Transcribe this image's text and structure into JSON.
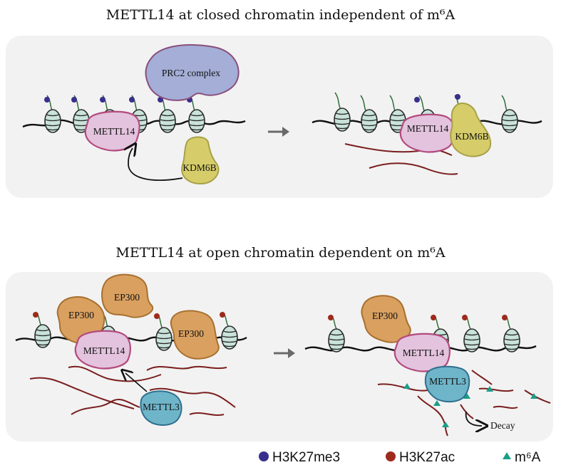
{
  "titles": {
    "top": "METTL14 at closed chromatin independent of m⁶A",
    "bottom": "METTL14 at open chromatin dependent on m⁶A"
  },
  "labels": {
    "prc2": "PRC2 complex",
    "mettl14": "METTL14",
    "kdm6b": "KDM6B",
    "ep300": "EP300",
    "mettl3": "METTL3",
    "decay": "Decay"
  },
  "legend": {
    "h3k27me3": "H3K27me3",
    "h3k27ac": "H3K27ac",
    "m6a": "m⁶A"
  },
  "colors": {
    "h3k27me3": "#3a2f8c",
    "h3k27ac": "#9e2a1c",
    "m6a": "#1a9e87",
    "mettl14": "#e3c3dd",
    "kdm6b": "#d6cd6a",
    "prc2": "#a4aed6",
    "ep300": "#d9a060",
    "mettl3": "#6fb5c9"
  }
}
